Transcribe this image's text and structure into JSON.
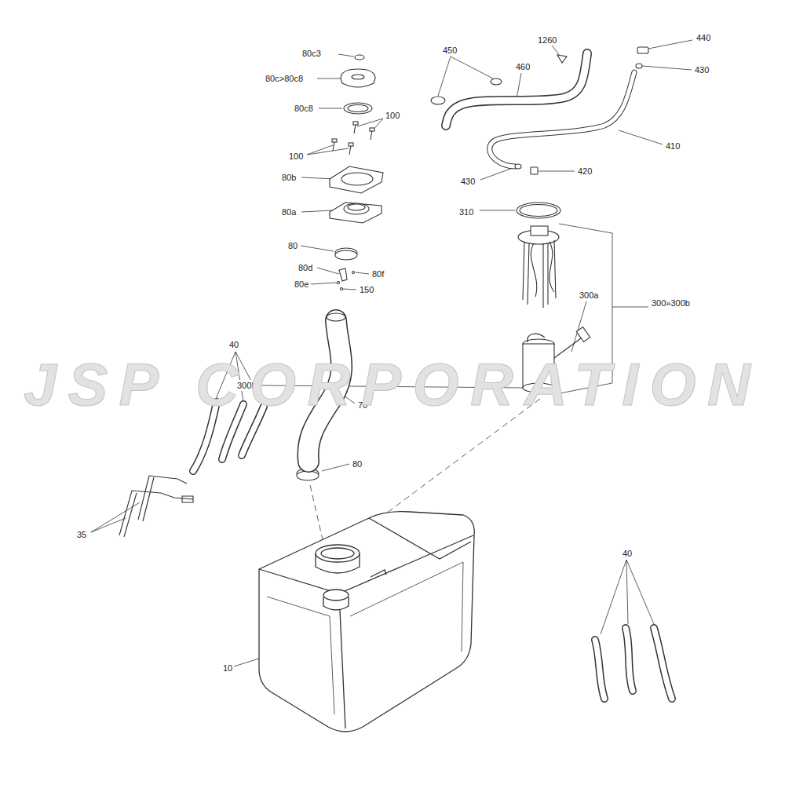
{
  "diagram": {
    "labels": [
      "80c3",
      "80c>80c8",
      "80c8",
      "100",
      "100",
      "80b",
      "80a",
      "80",
      "80d",
      "80f",
      "80e",
      "150",
      "70",
      "80",
      "40",
      "35",
      "10",
      "450",
      "460",
      "1260",
      "440",
      "430",
      "410",
      "430",
      "420",
      "310",
      "300a",
      "300»300b",
      "300b",
      "40",
      "JSP CORPORATION"
    ]
  }
}
